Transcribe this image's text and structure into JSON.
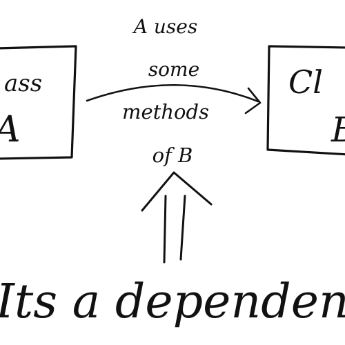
{
  "diagram": {
    "class_a": {
      "line1": "ass",
      "line2": "A"
    },
    "class_b": {
      "line1": "Cl",
      "line2": "B"
    },
    "relation_label": {
      "line1": "A uses",
      "line2": "some",
      "line3": "methods",
      "line4": "of B"
    },
    "conclusion": "Its a dependency"
  },
  "colors": {
    "ink": "#111111",
    "background": "#ffffff"
  }
}
